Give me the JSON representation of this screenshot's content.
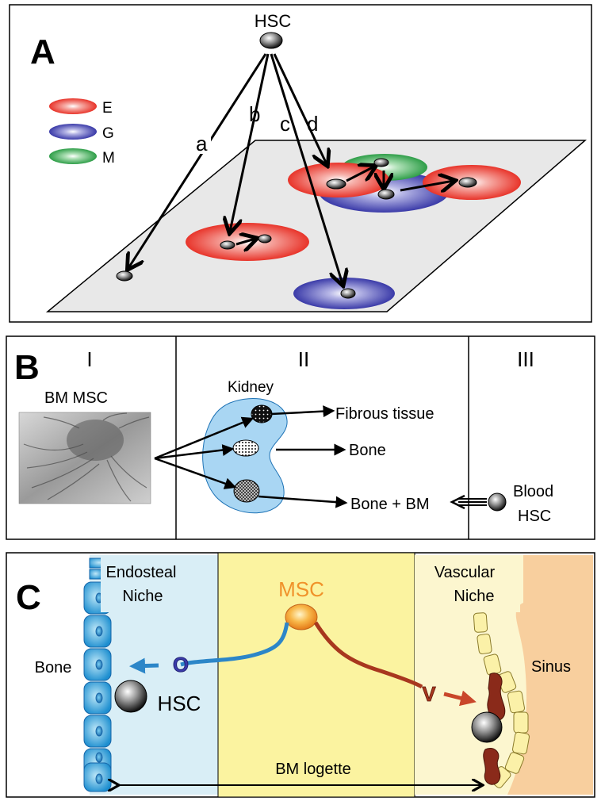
{
  "panel_a": {
    "letter": "A",
    "hsc_label": "HSC",
    "legend": [
      {
        "label": "E",
        "color": "#e8342a"
      },
      {
        "label": "G",
        "color": "#3a3aa8"
      },
      {
        "label": "M",
        "color": "#2e9e48"
      }
    ],
    "paths": [
      "a",
      "b",
      "c",
      "d"
    ]
  },
  "panel_b": {
    "letter": "B",
    "col_labels": [
      "I",
      "II",
      "III"
    ],
    "bm_msc": "BM MSC",
    "kidney": "Kidney",
    "outcomes": [
      "Fibrous tissue",
      "Bone",
      "Bone + BM"
    ],
    "blood_hsc": [
      "Blood",
      "HSC"
    ]
  },
  "panel_c": {
    "letter": "C",
    "endosteal": [
      "Endosteal",
      "Niche"
    ],
    "vascular": [
      "Vascular",
      "Niche"
    ],
    "msc": "MSC",
    "bone": "Bone",
    "hsc": "HSC",
    "sinus": "Sinus",
    "o_label": "O",
    "v_label": "V",
    "logette": "BM logette",
    "colors": {
      "endosteal_bg": "#d9eef6",
      "center_bg": "#fbf3a0",
      "vascular_bg": "#fcf6cf",
      "sinus_bg": "#f8cf9e",
      "msc_orange": "#f0922a",
      "o_arrow": "#2c86c8",
      "v_arrow": "#a8371e"
    }
  }
}
